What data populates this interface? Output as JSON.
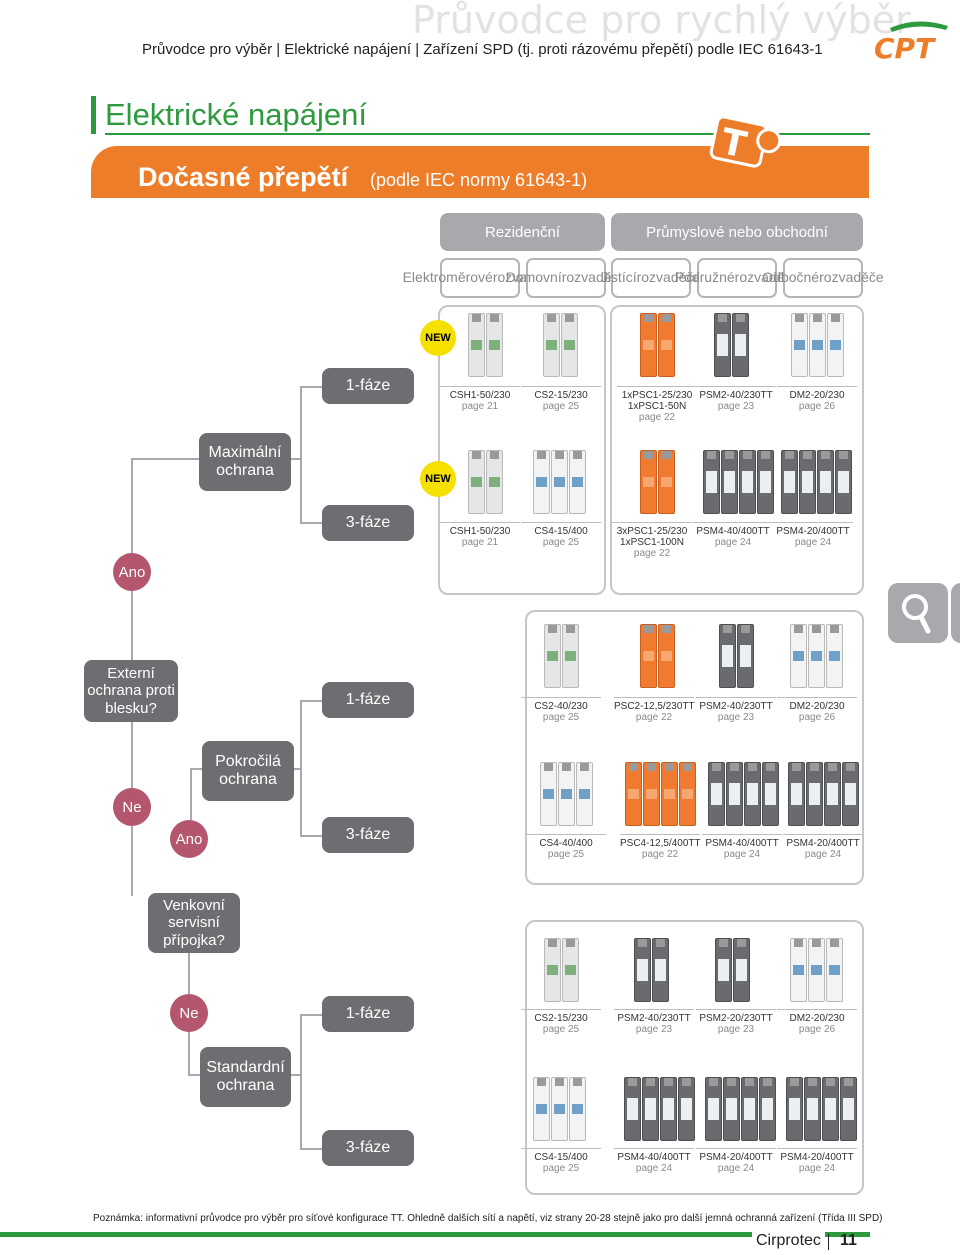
{
  "header": {
    "ghost_title": "Průvodce pro rychlý výběr",
    "breadcrumb": "Průvodce pro výběr  | Elektrické napájení   |  Zařízení SPD (tj. proti rázovému přepětí) podle IEC 61643-1",
    "logo_text": "CPT"
  },
  "section": {
    "title": "Elektrické napájení",
    "banner_title": "Dočasné přepětí",
    "banner_subtitle": "(podle IEC normy 61643-1)",
    "tag_letter": "T"
  },
  "categories": {
    "residential": "Rezidenční",
    "industrial": "Průmyslové nebo obchodní"
  },
  "subcategories": [
    {
      "l1": "Elektroměrové",
      "l2": "rozvaděče"
    },
    {
      "l1": "Domovní",
      "l2": "rozvaděče"
    },
    {
      "l1": "Jistící",
      "l2": "rozvaděče"
    },
    {
      "l1": "Podružné",
      "l2": "rozvaděče"
    },
    {
      "l1": "Odbočné",
      "l2": "rozvaděče"
    }
  ],
  "tree": {
    "q_external": {
      "l1": "Externí",
      "l2": "ochrana proti",
      "l3": "blesku?"
    },
    "yes": "Ano",
    "no": "Ne",
    "max_protection": {
      "l1": "Maximální",
      "l2": "ochrana"
    },
    "advanced_protection": {
      "l1": "Pokročilá",
      "l2": "ochrana"
    },
    "q_outdoor": {
      "l1": "Venkovní",
      "l2": "servisní",
      "l3": "přípojka?"
    },
    "standard_protection": {
      "l1": "Standardní",
      "l2": "ochrana"
    },
    "phase1": "1-fáze",
    "phase3": "3-fáze",
    "new_badge": "NEW"
  },
  "rows": {
    "r1": [
      {
        "model": "CSH1-50/230",
        "page": "page 21"
      },
      {
        "model": "CS2-15/230",
        "page": "page 25"
      },
      {
        "model": "1xPSC1-25/230",
        "model2": "1xPSC1-50N",
        "page": "page 22"
      },
      {
        "model": "PSM2-40/230TT",
        "page": "page 23"
      },
      {
        "model": "DM2-20/230",
        "page": "page 26"
      }
    ],
    "r2": [
      {
        "model": "CSH1-50/230",
        "page": "page 21"
      },
      {
        "model": "CS4-15/400",
        "page": "page 25"
      },
      {
        "model": "3xPSC1-25/230",
        "model2": "1xPSC1-100N",
        "page": "page 22"
      },
      {
        "model": "PSM4-40/400TT",
        "page": "page 24"
      },
      {
        "model": "PSM4-20/400TT",
        "page": "page 24"
      }
    ],
    "r3": [
      {
        "model": "CS2-40/230",
        "page": "page 25"
      },
      {
        "model": "PSC2-12,5/230TT",
        "page": "page 22"
      },
      {
        "model": "PSM2-40/230TT",
        "page": "page 23"
      },
      {
        "model": "DM2-20/230",
        "page": "page 26"
      }
    ],
    "r4": [
      {
        "model": "CS4-40/400",
        "page": "page 25"
      },
      {
        "model": "PSC4-12,5/400TT",
        "page": "page 22"
      },
      {
        "model": "PSM4-40/400TT",
        "page": "page 24"
      },
      {
        "model": "PSM4-20/400TT",
        "page": "page 24"
      }
    ],
    "r5": [
      {
        "model": "CS2-15/230",
        "page": "page 25"
      },
      {
        "model": "PSM2-40/230TT",
        "page": "page 23"
      },
      {
        "model": "PSM2-20/230TT",
        "page": "page 23"
      },
      {
        "model": "DM2-20/230",
        "page": "page 26"
      }
    ],
    "r6": [
      {
        "model": "CS4-15/400",
        "page": "page 25"
      },
      {
        "model": "PSM4-40/400TT",
        "page": "page 24"
      },
      {
        "model": "PSM4-20/400TT",
        "page": "page 24"
      },
      {
        "model": "PSM4-20/400TT",
        "page": "page 24"
      }
    ]
  },
  "footer": {
    "note": "Poznámka: informativní průvodce pro výběr pro síťové konfigurace TT. Ohledně dalších sítí a napětí, viz strany 20-28 stejně jako pro další jemná ochranná zařízení (Třída III SPD)",
    "brand": "Cirprotec",
    "page_number": "11"
  }
}
